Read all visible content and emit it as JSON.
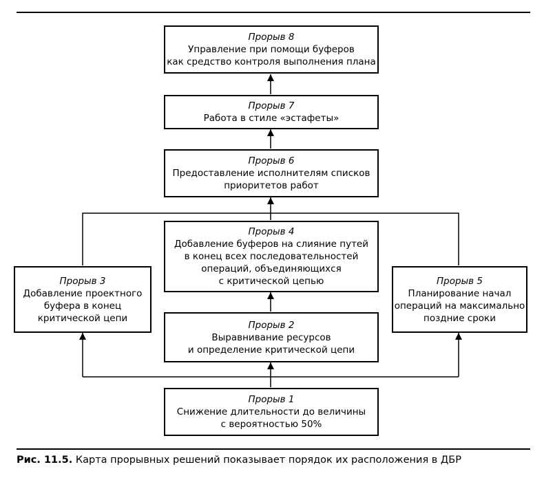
{
  "boxes": {
    "b8": {
      "title": "Прорыв 8",
      "lines": [
        "Управление при помощи буферов",
        "как средство контроля выполнения плана"
      ]
    },
    "b7": {
      "title": "Прорыв 7",
      "lines": [
        "Работа в стиле «эстафеты»"
      ]
    },
    "b6": {
      "title": "Прорыв 6",
      "lines": [
        "Предоставление исполнителям списков",
        "приоритетов работ"
      ]
    },
    "b4": {
      "title": "Прорыв 4",
      "lines": [
        "Добавление буферов на слияние путей",
        "в конец всех последовательностей",
        "операций, объединяющихся",
        "с критической цепью"
      ]
    },
    "b3": {
      "title": "Прорыв 3",
      "lines": [
        "Добавление проектного",
        "буфера в конец",
        "критической цепи"
      ]
    },
    "b5": {
      "title": "Прорыв 5",
      "lines": [
        "Планирование начал",
        "операций на максимально",
        "поздние сроки"
      ]
    },
    "b2": {
      "title": "Прорыв 2",
      "lines": [
        "Выравнивание ресурсов",
        "и определение критической цепи"
      ]
    },
    "b1": {
      "title": "Прорыв 1",
      "lines": [
        "Снижение длительности до величины",
        "с вероятностью 50%"
      ]
    }
  },
  "caption": {
    "label": "Рис. 11.5.",
    "text": "Карта прорывных решений показывает порядок их расположения в ДБР"
  }
}
